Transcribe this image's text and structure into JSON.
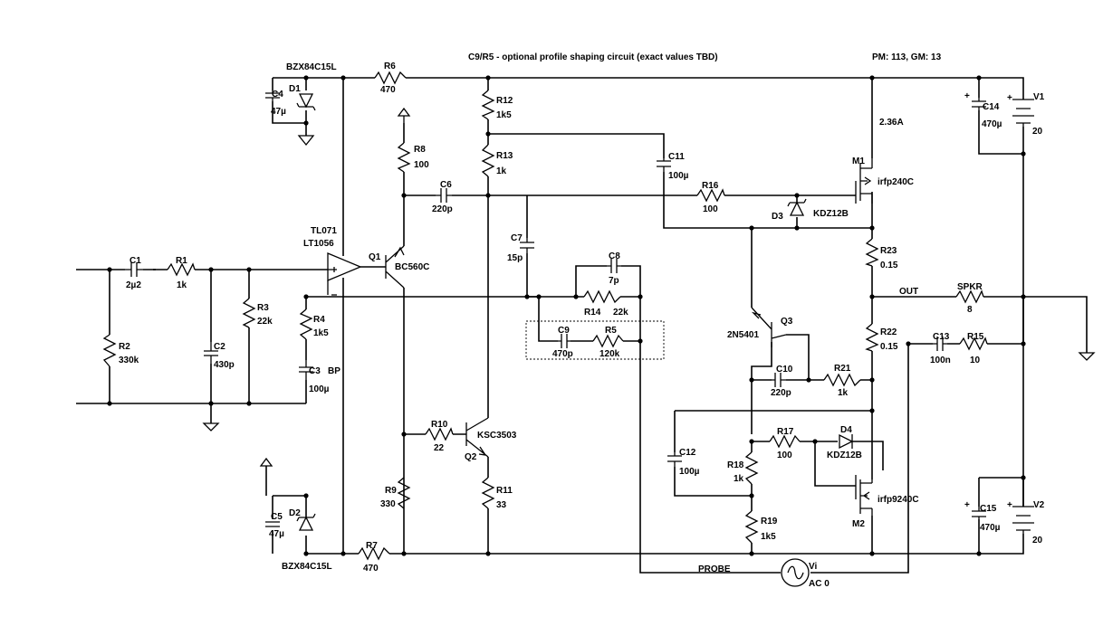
{
  "header": {
    "note": "C9/R5 - optional profile shaping circuit (exact values  TBD)",
    "pm_gm": "PM: 113, GM: 13"
  },
  "labels": {
    "d1_part": "BZX84C15L",
    "d2_part": "BZX84C15L",
    "r6": "R6",
    "r6v": "470",
    "r7": "R7",
    "r7v": "470",
    "c4": "C4",
    "c4v": "47µ",
    "d1": "D1",
    "c5": "C5",
    "c5v": "47µ",
    "d2": "D2",
    "r8": "R8",
    "r8v": "100",
    "r9": "R9",
    "r9v": "330",
    "r10": "R10",
    "r10v": "22",
    "r11": "R11",
    "r11v": "33",
    "r12": "R12",
    "r12v": "1k5",
    "r13": "R13",
    "r13v": "1k",
    "c6": "C6",
    "c6v": "220p",
    "c7": "C7",
    "c7v": "15p",
    "c8": "C8",
    "c8v": "7p",
    "r14": "R14",
    "r14v": "22k",
    "c9": "C9",
    "c9v": "470p",
    "r5": "R5",
    "r5v": "120k",
    "c11": "C11",
    "c11v": "100µ",
    "r16": "R16",
    "r16v": "100",
    "d3": "D3",
    "d3v": "KDZ12B",
    "m1": "M1",
    "m1v": "irfp240C",
    "m1i": "2.36A",
    "m2": "M2",
    "m2v": "irfp9240C",
    "r23": "R23",
    "r23v": "0.15",
    "r22": "R22",
    "r22v": "0.15",
    "out": "OUT",
    "spkr": "SPKR",
    "spkrv": "8",
    "c13": "C13",
    "c13v": "100n",
    "r15": "R15",
    "r15v": "10",
    "c14": "C14",
    "c14v": "470µ",
    "v1": "V1",
    "v1v": "20",
    "c15": "C15",
    "c15v": "470µ",
    "v2": "V2",
    "v2v": "20",
    "q3": "Q3",
    "q3v": "2N5401",
    "c10": "C10",
    "c10v": "220p",
    "r21": "R21",
    "r21v": "1k",
    "c12": "C12",
    "c12v": "100µ",
    "r17": "R17",
    "r17v": "100",
    "d4": "D4",
    "d4v": "KDZ12B",
    "r18": "R18",
    "r18v": "1k",
    "r19": "R19",
    "r19v": "1k5",
    "probe": "PROBE",
    "vi": "Vi",
    "viv": "AC 0",
    "c1": "C1",
    "c1v": "2µ2",
    "r1": "R1",
    "r1v": "1k",
    "r2": "R2",
    "r2v": "330k",
    "c2": "C2",
    "c2v": "430p",
    "r3": "R3",
    "r3v": "22k",
    "r4": "R4",
    "r4v": "1k5",
    "c3": "C3",
    "c3v": "100µ",
    "c3bp": "BP",
    "u1a": "TL071",
    "u1b": "LT1056",
    "q1": "Q1",
    "q1v": "BC560C",
    "q2": "Q2",
    "q2v": "KSC3503"
  }
}
